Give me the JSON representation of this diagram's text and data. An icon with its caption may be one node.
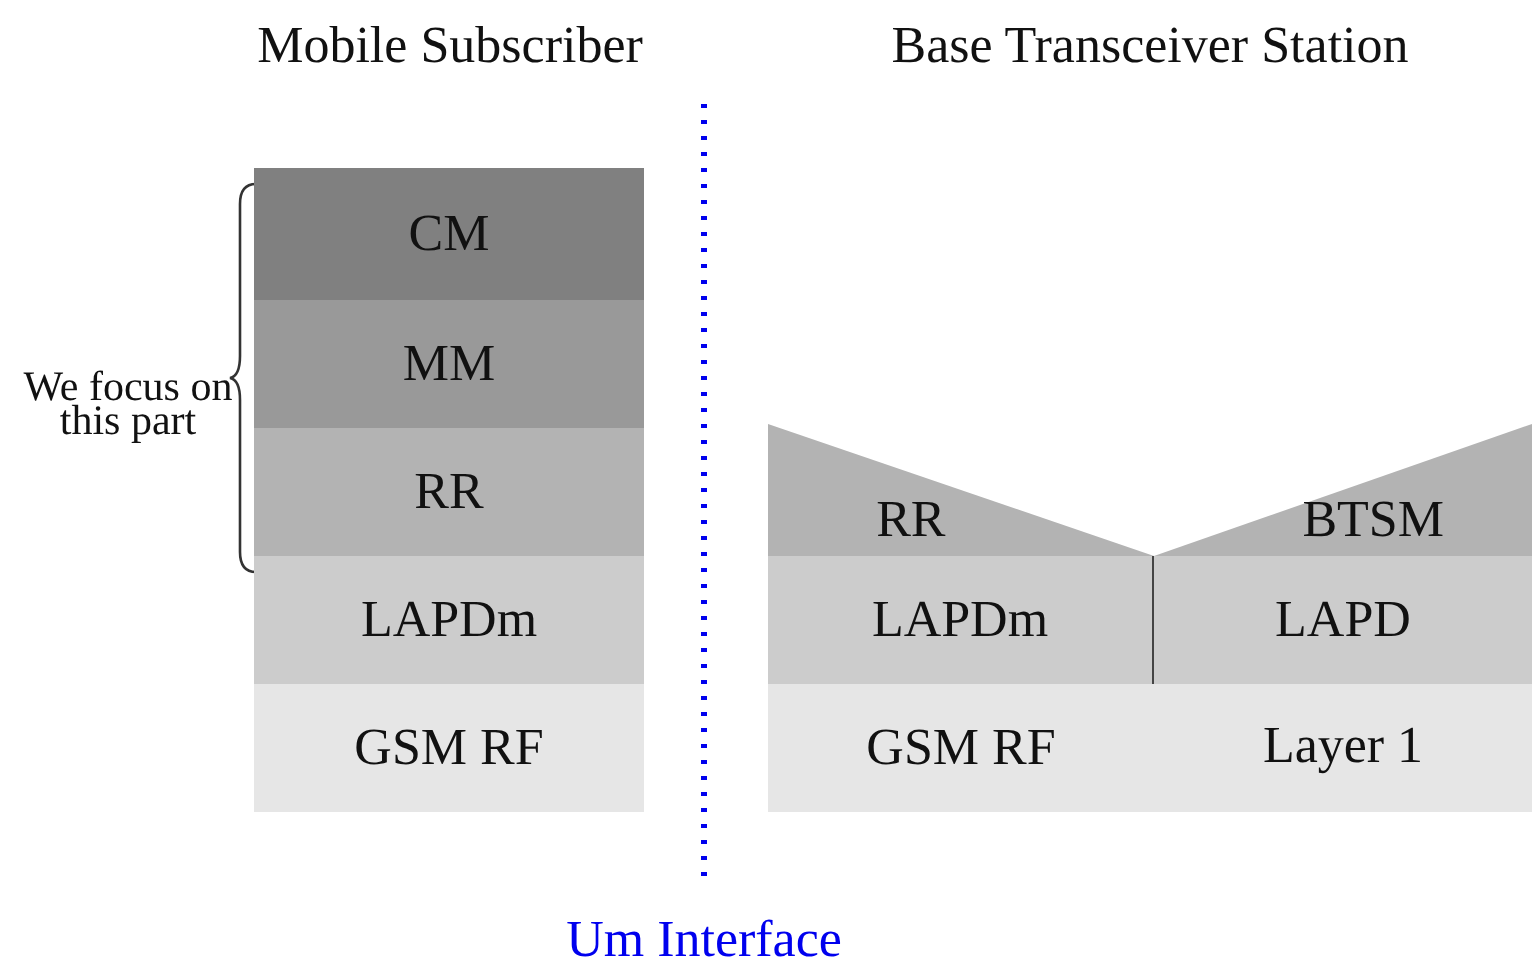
{
  "diagram": {
    "nodes": [
      {
        "text": [
          "CM"
        ]
      },
      {
        "text": [
          "MM"
        ]
      },
      {
        "text": [
          "RR"
        ]
      },
      {
        "text": [
          "LAPDm"
        ]
      },
      {
        "text": [
          "GSM RF"
        ]
      },
      {
        "text": [
          "RR"
        ]
      },
      {
        "text": [
          "BTSM"
        ]
      },
      {
        "text": [
          "LAPDm"
        ]
      },
      {
        "text": [
          "LAPD"
        ]
      },
      {
        "text": [
          "GSM RF"
        ]
      },
      {
        "text": [
          "Layer 1"
        ]
      }
    ],
    "labels": [
      "Mobile Subscriber",
      "Base Transceiver Station",
      "We focus on this part",
      "Um Interface"
    ]
  }
}
